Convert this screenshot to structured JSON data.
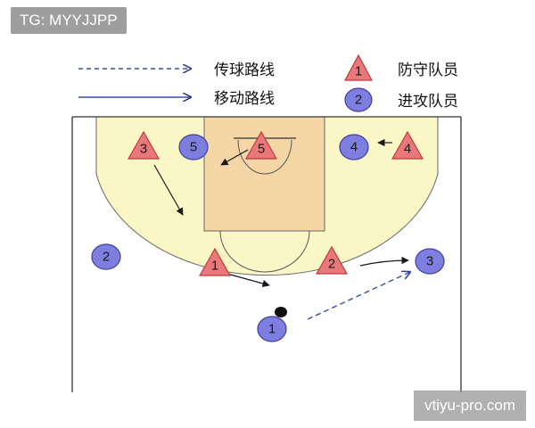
{
  "watermark_top": "TG: MYYJJPP",
  "watermark_bottom": "vtiyu-pro.com",
  "legend": {
    "pass_label": "传球路线",
    "move_label": "移动路线",
    "defender_label": "防守队员",
    "defender_sample": "1",
    "attacker_label": "进攻队员",
    "attacker_sample": "2"
  },
  "defenders": [
    "3",
    "5",
    "4",
    "1",
    "2"
  ],
  "attackers": [
    "5",
    "4",
    "2",
    "3",
    "1"
  ],
  "colors": {
    "defender_fill": "#e8787a",
    "defender_stroke": "#c0393b",
    "attacker_fill": "#7d7ee0",
    "attacker_stroke": "#3c3fa0",
    "paint_fill": "#f5d6a6",
    "key_fill": "#fbf6c6",
    "arrow": "#2f3d86"
  }
}
